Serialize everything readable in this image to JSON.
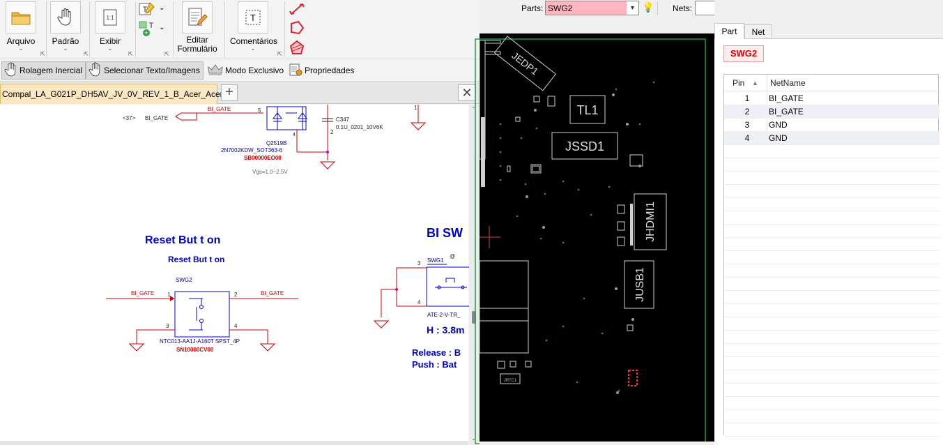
{
  "ribbon": {
    "arquivo": "Arquivo",
    "padrao": "Padrão",
    "exibir": "Exibir",
    "editar_line1": "Editar",
    "editar_line2": "Formulário",
    "comentarios": "Comentários"
  },
  "toolbar": {
    "rolagem": "Rolagem Inercial",
    "selecionar": "Selecionar Texto/Imagens",
    "modo": "Modo Exclusivo",
    "propriedades": "Propriedades"
  },
  "tab": {
    "title": "Compal_LA_G021P_DH5AV_JV_0V_REV_1_B_Acer_Acer_...",
    "add": "+",
    "close": "✕"
  },
  "schematic": {
    "ref37": "<37>",
    "bi_gate": "BI_GATE",
    "pin5": "5",
    "pin4": "4",
    "pin2": "2",
    "c347": "C347",
    "c347_value": "0.1U_0201_10V6K",
    "q2519b": "Q2519B",
    "q_part": "2N7002KDW_SOT363-6",
    "q_sb": "SB00000EO00",
    "vgs": "Vgs=1.0~2.5V",
    "reset_title": "Reset But t on",
    "reset_subtitle": "Reset But t on",
    "swg2": "SWG2",
    "sw_pin1": "1",
    "sw_pin2": "2",
    "sw_pin3": "3",
    "sw_pin4": "4",
    "swg2_part": "NTC013-AA1J-A160T SPST_4P",
    "swg2_sn": "SN10000CV00",
    "bi_sw_title": "BI SW",
    "swg1": "SWG1",
    "at_sign": "@",
    "swg1_pin3": "3",
    "swg1_pin4": "4",
    "swg1_part": "ATE-2-V-TR_",
    "height_label": "H : 3.8m",
    "release": "Release : B",
    "push": "Push : Bat"
  },
  "boardview": {
    "parts_label": "Parts:",
    "parts_value": "SWG2",
    "nets_label": "Nets:",
    "nets_value": "",
    "labels": {
      "jedp1": "JEDP1",
      "tl1": "TL1",
      "jssd1": "JSSD1",
      "jhdmi1": "JHDMI1",
      "jusb1": "JUSB1",
      "jrtc1": "JRTC1"
    }
  },
  "side": {
    "tab_part": "Part",
    "tab_net": "Net",
    "part_name": "SWG2",
    "columns": {
      "pin": "Pin",
      "netname": "NetName"
    },
    "rows": [
      {
        "pin": "1",
        "net": "BI_GATE"
      },
      {
        "pin": "2",
        "net": "BI_GATE"
      },
      {
        "pin": "3",
        "net": "GND"
      },
      {
        "pin": "4",
        "net": "GND"
      }
    ]
  },
  "colors": {
    "highlight_pink": "#ffb6c1",
    "part_red": "#e00000",
    "schem_blue": "#0000cc",
    "schem_red": "#cc0000",
    "board_green": "#1f9e3a"
  }
}
